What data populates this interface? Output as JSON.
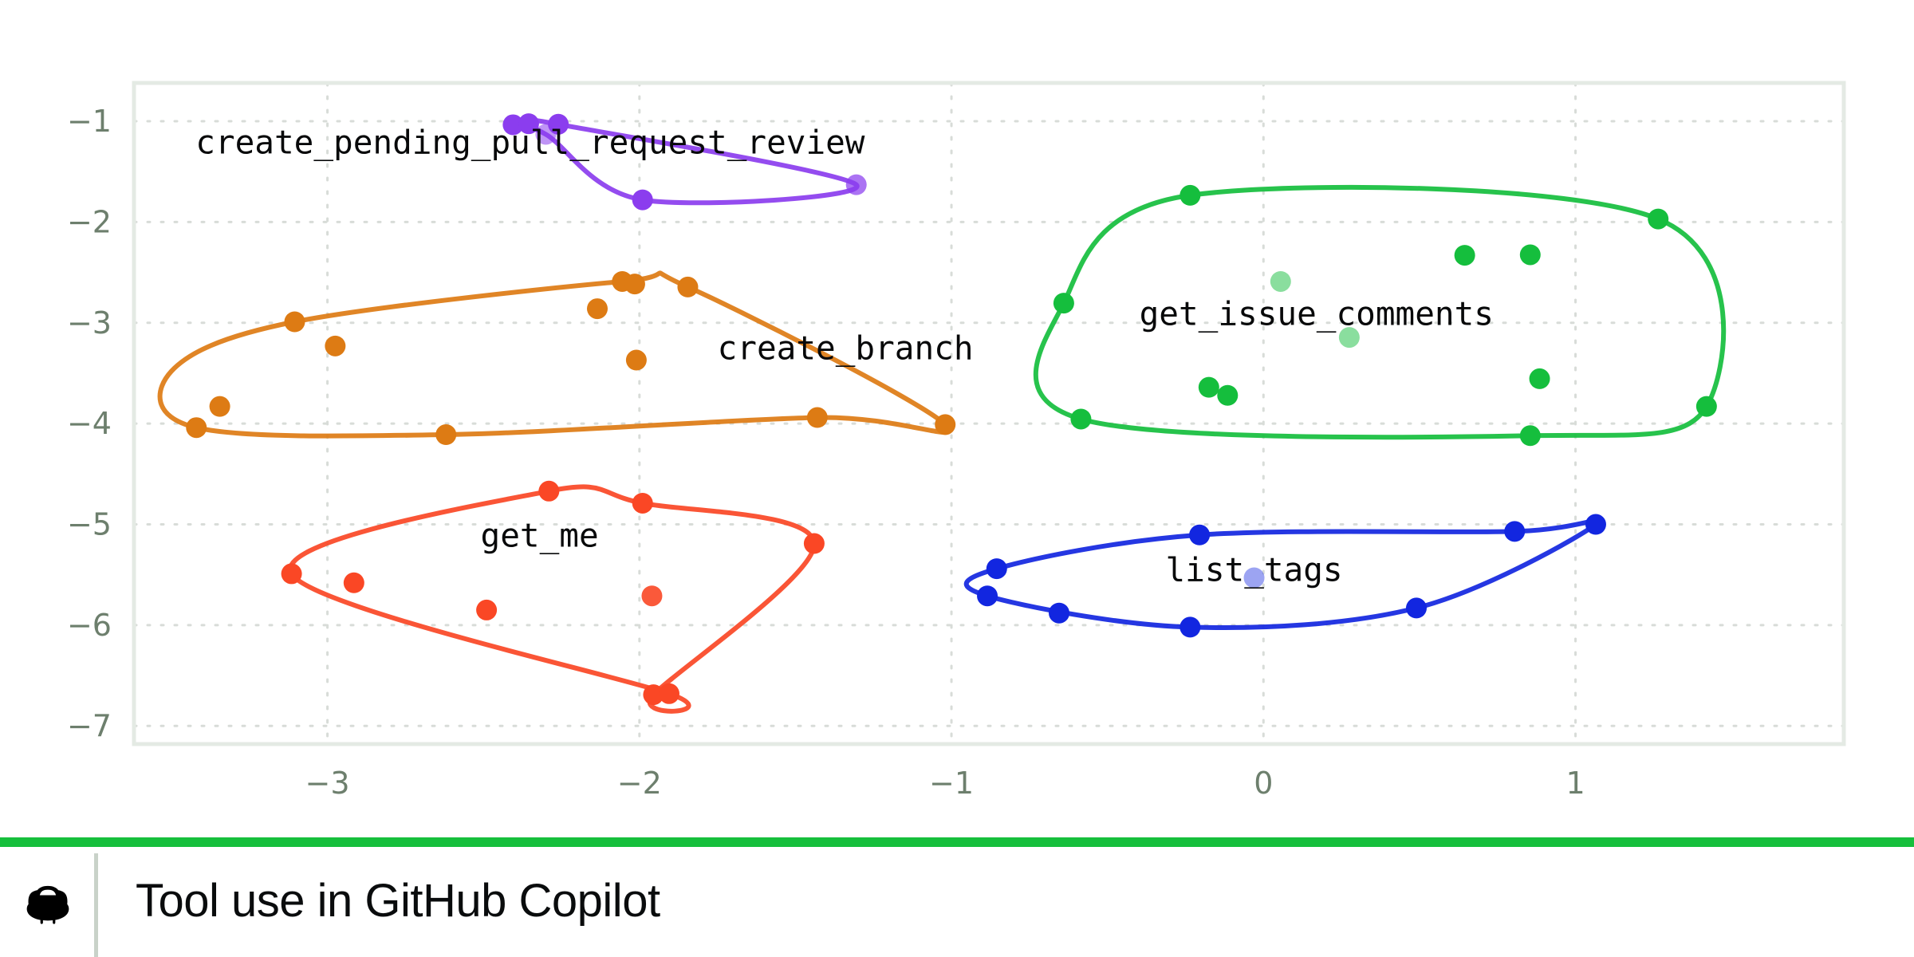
{
  "footer": {
    "title": "Tool use in GitHub Copilot",
    "logo_icon": "github-copilot-icon",
    "rule_color": "#16bf3c",
    "divider_color": "#c9d2c9"
  },
  "chart_data": {
    "type": "scatter",
    "title": "",
    "xlabel": "",
    "ylabel": "",
    "xlim": [
      -3.62,
      1.86
    ],
    "ylim": [
      -7.18,
      -0.62
    ],
    "xticks": [
      -3,
      -2,
      -1,
      0,
      1
    ],
    "xticklabels": [
      "−3",
      "−2",
      "−1",
      "0",
      "1"
    ],
    "yticks": [
      -1,
      -2,
      -3,
      -4,
      -5,
      -6,
      -7
    ],
    "yticklabels": [
      "−1",
      "−2",
      "−3",
      "−4",
      "−5",
      "−6",
      "−7"
    ],
    "grid": true,
    "grid_style": "dotted",
    "grid_color": "#d8dcd8",
    "axis_border_color": "#e4eae4",
    "tick_label_color": "#6d7f6d",
    "legend": "inline-labels",
    "series": [
      {
        "name": "create_pending_pull_request_review",
        "color": "#8b3dee",
        "label_x": -2.35,
        "label_y": -1.32,
        "label_anchor": "middle",
        "hull": [
          [
            -2.405,
            -1.035
          ],
          [
            -2.355,
            -1.025
          ],
          [
            -2.26,
            -1.03
          ],
          [
            -1.305,
            -1.63
          ],
          [
            -1.99,
            -1.78
          ],
          [
            -2.3,
            -1.13
          ]
        ],
        "points": [
          {
            "x": -2.405,
            "y": -1.035,
            "alpha": 1.0
          },
          {
            "x": -2.355,
            "y": -1.025,
            "alpha": 1.0
          },
          {
            "x": -2.26,
            "y": -1.03,
            "alpha": 1.0
          },
          {
            "x": -2.3,
            "y": -1.13,
            "alpha": 0.55
          },
          {
            "x": -1.99,
            "y": -1.78,
            "alpha": 1.0
          },
          {
            "x": -1.305,
            "y": -1.63,
            "alpha": 0.72
          }
        ]
      },
      {
        "name": "create_branch",
        "color": "#dd7b14",
        "label_x": -1.75,
        "label_y": -3.36,
        "label_anchor": "start",
        "hull": [
          [
            -3.105,
            -2.99
          ],
          [
            -2.055,
            -2.59
          ],
          [
            -1.845,
            -2.645
          ],
          [
            -1.02,
            -4.01
          ],
          [
            -1.43,
            -3.94
          ],
          [
            -2.62,
            -4.11
          ],
          [
            -3.42,
            -4.04
          ],
          [
            -3.5,
            -3.48
          ]
        ],
        "points": [
          {
            "x": -3.105,
            "y": -2.99,
            "alpha": 1.0
          },
          {
            "x": -3.345,
            "y": -3.83,
            "alpha": 1.0
          },
          {
            "x": -3.42,
            "y": -4.04,
            "alpha": 1.0
          },
          {
            "x": -2.975,
            "y": -3.23,
            "alpha": 1.0
          },
          {
            "x": -2.62,
            "y": -4.11,
            "alpha": 1.0
          },
          {
            "x": -2.135,
            "y": -2.86,
            "alpha": 1.0
          },
          {
            "x": -2.055,
            "y": -2.59,
            "alpha": 1.0
          },
          {
            "x": -2.015,
            "y": -2.615,
            "alpha": 1.0
          },
          {
            "x": -1.845,
            "y": -2.645,
            "alpha": 1.0
          },
          {
            "x": -2.01,
            "y": -3.37,
            "alpha": 1.0
          },
          {
            "x": -1.43,
            "y": -3.94,
            "alpha": 1.0
          },
          {
            "x": -1.02,
            "y": -4.01,
            "alpha": 1.0
          }
        ]
      },
      {
        "name": "get_issue_comments",
        "color": "#15be3d",
        "label_x": 0.17,
        "label_y": -3.02,
        "label_anchor": "middle",
        "hull": [
          [
            -0.235,
            -1.735
          ],
          [
            1.265,
            -1.97
          ],
          [
            1.42,
            -3.83
          ],
          [
            0.855,
            -4.12
          ],
          [
            -0.585,
            -3.955
          ],
          [
            -0.64,
            -2.805
          ]
        ],
        "points": [
          {
            "x": -0.235,
            "y": -1.735,
            "alpha": 1.0
          },
          {
            "x": 1.265,
            "y": -1.97,
            "alpha": 1.0
          },
          {
            "x": 0.645,
            "y": -2.33,
            "alpha": 1.0
          },
          {
            "x": 0.855,
            "y": -2.325,
            "alpha": 1.0
          },
          {
            "x": 0.055,
            "y": -2.59,
            "alpha": 0.5
          },
          {
            "x": -0.64,
            "y": -2.805,
            "alpha": 1.0
          },
          {
            "x": 0.275,
            "y": -3.145,
            "alpha": 0.5
          },
          {
            "x": 0.885,
            "y": -3.555,
            "alpha": 1.0
          },
          {
            "x": -0.175,
            "y": -3.64,
            "alpha": 1.0
          },
          {
            "x": -0.115,
            "y": -3.72,
            "alpha": 1.0
          },
          {
            "x": -0.585,
            "y": -3.955,
            "alpha": 1.0
          },
          {
            "x": 1.42,
            "y": -3.83,
            "alpha": 1.0
          },
          {
            "x": 0.855,
            "y": -4.12,
            "alpha": 1.0
          }
        ]
      },
      {
        "name": "get_me",
        "color": "#fa4725",
        "label_x": -2.32,
        "label_y": -5.22,
        "label_anchor": "middle",
        "hull": [
          [
            -2.29,
            -4.67
          ],
          [
            -1.99,
            -4.79
          ],
          [
            -1.44,
            -5.19
          ],
          [
            -1.955,
            -6.69
          ],
          [
            -1.905,
            -6.68
          ],
          [
            -3.115,
            -5.49
          ]
        ],
        "points": [
          {
            "x": -2.29,
            "y": -4.67,
            "alpha": 1.0
          },
          {
            "x": -1.99,
            "y": -4.79,
            "alpha": 1.0
          },
          {
            "x": -1.44,
            "y": -5.19,
            "alpha": 1.0
          },
          {
            "x": -3.115,
            "y": -5.49,
            "alpha": 1.0
          },
          {
            "x": -2.915,
            "y": -5.58,
            "alpha": 1.0
          },
          {
            "x": -1.96,
            "y": -5.71,
            "alpha": 0.9
          },
          {
            "x": -2.49,
            "y": -5.85,
            "alpha": 1.0
          },
          {
            "x": -1.955,
            "y": -6.69,
            "alpha": 1.0
          },
          {
            "x": -1.905,
            "y": -6.68,
            "alpha": 1.0
          }
        ]
      },
      {
        "name": "list_tags",
        "color": "#1226e0",
        "label_x": -0.03,
        "label_y": -5.56,
        "label_anchor": "middle",
        "hull": [
          [
            1.065,
            -5.0
          ],
          [
            0.805,
            -5.07
          ],
          [
            -0.205,
            -5.105
          ],
          [
            -0.855,
            -5.44
          ],
          [
            -0.885,
            -5.71
          ],
          [
            -0.235,
            -6.02
          ],
          [
            0.49,
            -5.83
          ]
        ],
        "points": [
          {
            "x": 1.065,
            "y": -5.0,
            "alpha": 1.0
          },
          {
            "x": 0.805,
            "y": -5.07,
            "alpha": 1.0
          },
          {
            "x": -0.205,
            "y": -5.105,
            "alpha": 1.0
          },
          {
            "x": -0.855,
            "y": -5.44,
            "alpha": 1.0
          },
          {
            "x": -0.03,
            "y": -5.53,
            "alpha": 0.42
          },
          {
            "x": 0.49,
            "y": -5.83,
            "alpha": 1.0
          },
          {
            "x": -0.885,
            "y": -5.71,
            "alpha": 1.0
          },
          {
            "x": -0.655,
            "y": -5.88,
            "alpha": 1.0
          },
          {
            "x": -0.235,
            "y": -6.02,
            "alpha": 1.0
          }
        ]
      }
    ]
  }
}
